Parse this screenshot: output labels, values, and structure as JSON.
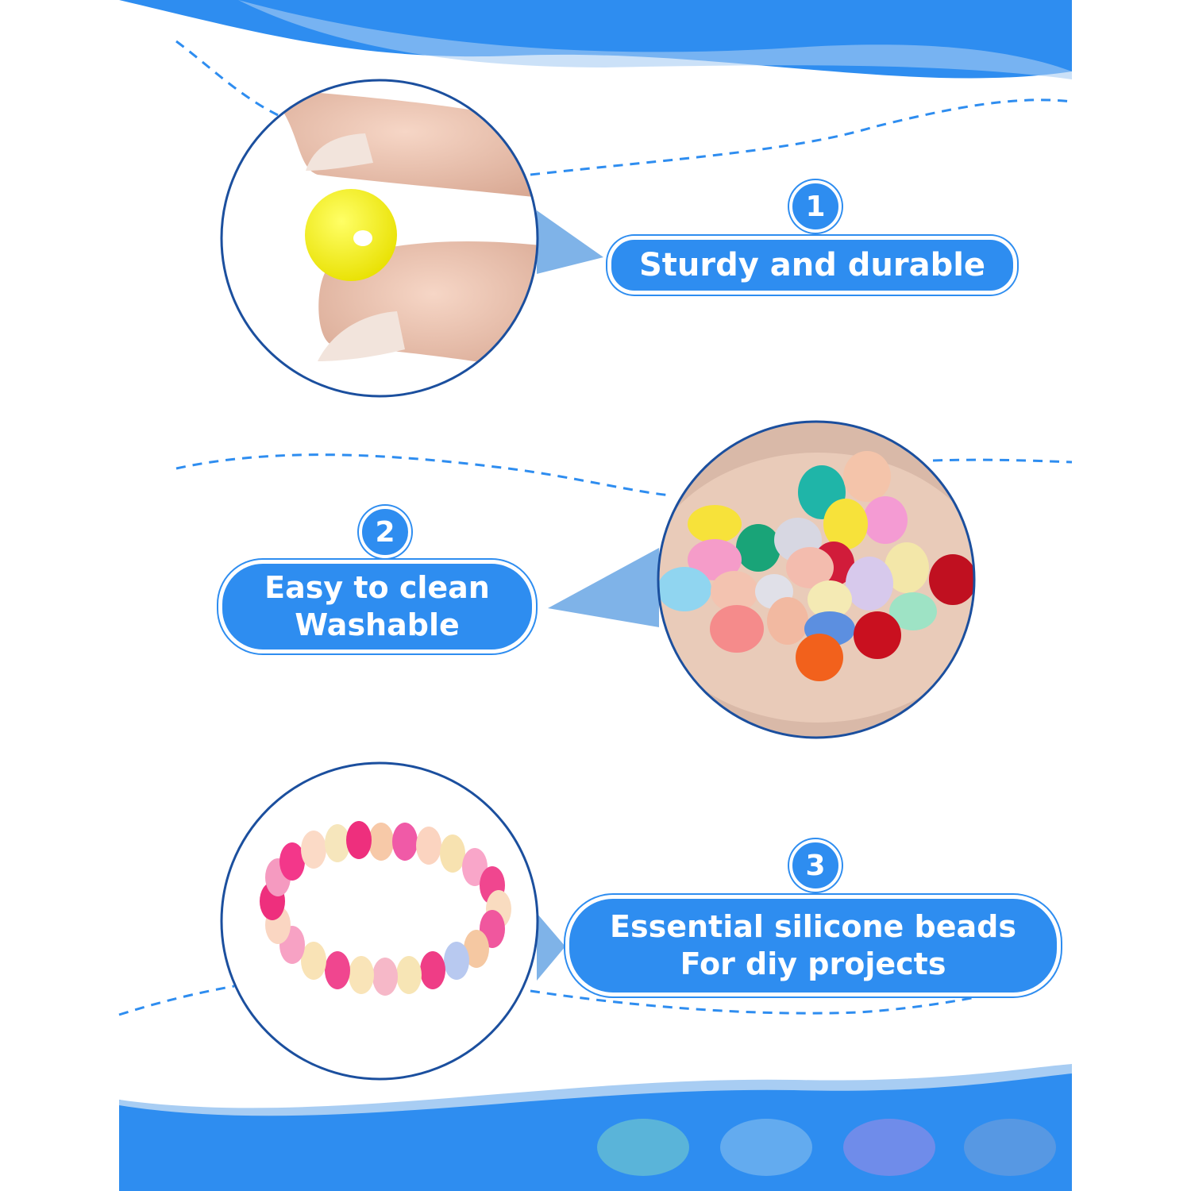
{
  "colors": {
    "brand_blue": "#2e8df0",
    "dark_outline": "#1b4f9e",
    "pointer_blue": "#7fb3e8"
  },
  "features": [
    {
      "number": "1",
      "lines": [
        "Sturdy and durable"
      ],
      "photo": "finger-holding-yellow-bead"
    },
    {
      "number": "2",
      "lines": [
        "Easy to clean",
        "Washable"
      ],
      "photo": "handful-of-colorful-beads"
    },
    {
      "number": "3",
      "lines": [
        "Essential silicone beads",
        "For diy projects"
      ],
      "photo": "pink-bead-bracelet"
    }
  ]
}
